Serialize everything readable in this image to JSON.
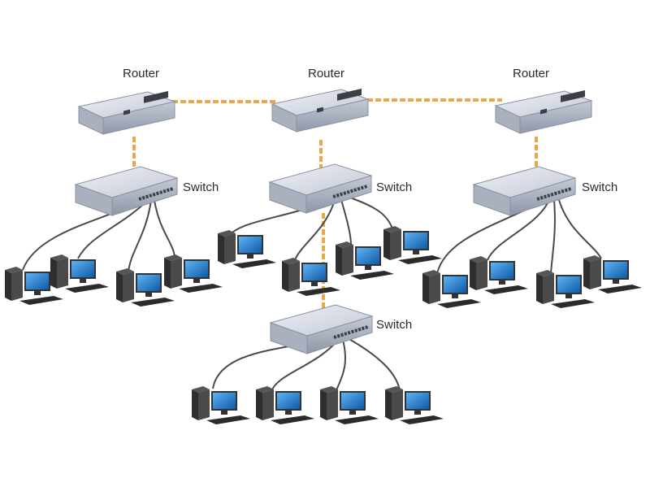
{
  "colors": {
    "link": "#e8a84a",
    "cable": "#4a4a4a",
    "device_top": "#d9dde6",
    "device_front": "#b7bdc9",
    "monitor": "#1f76c9"
  },
  "icons": [
    "router-icon",
    "switch-icon",
    "computer-icon"
  ],
  "routers": [
    {
      "label": "Router"
    },
    {
      "label": "Router"
    },
    {
      "label": "Router"
    }
  ],
  "switches": [
    {
      "label": "Switch"
    },
    {
      "label": "Switch"
    },
    {
      "label": "Switch"
    },
    {
      "label": "Switch"
    }
  ]
}
